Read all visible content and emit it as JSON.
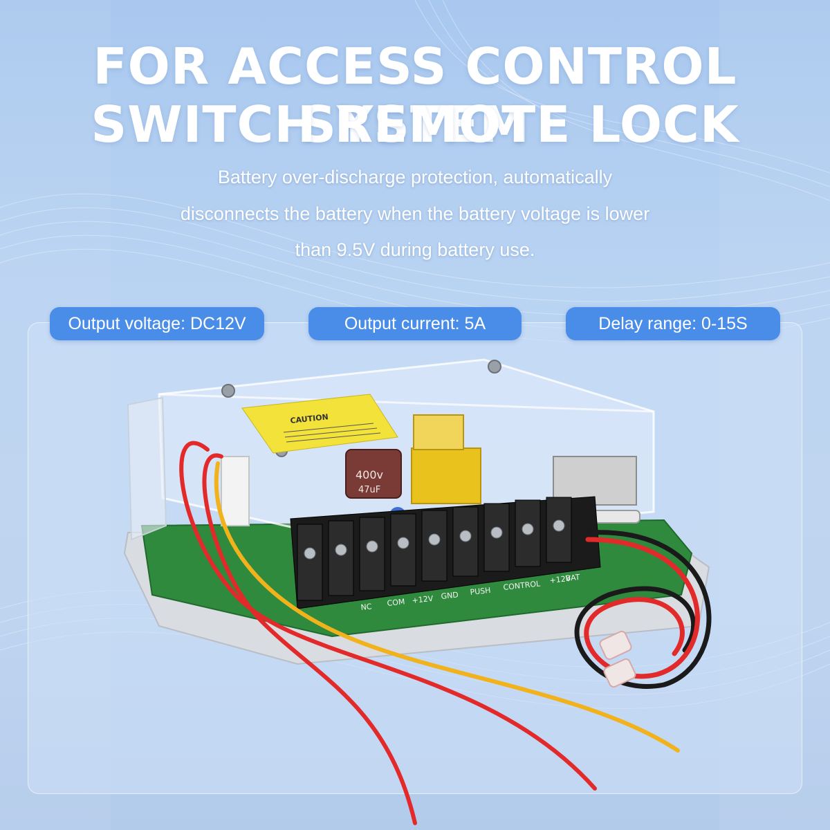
{
  "headline": {
    "line1": "FOR ACCESS CONTROL SYSTEM",
    "line2": "SWITCH REMOTE LOCK"
  },
  "description": {
    "line1": "Battery over-discharge protection, automatically",
    "line2": "disconnects the battery when the battery voltage is lower",
    "line3": "than 9.5V during battery use."
  },
  "specs": [
    {
      "label": "Output voltage: DC12V"
    },
    {
      "label": "Output current: 5A"
    },
    {
      "label": "Delay range: 0-15S"
    }
  ],
  "product_labels": {
    "caution": "CAUTION",
    "capacitor_voltage": "400v",
    "capacitor_value": "47uF",
    "terminal_labels": [
      "NC",
      "COM",
      "+12V",
      "GND",
      "PUSH",
      "CONTROL",
      "+12V",
      "BAT"
    ]
  },
  "colors": {
    "accent": "#4a8de8",
    "background": "#b9d3f2",
    "pcb": "#2f8a3e",
    "terminal": "#1b1b1b",
    "wire_red": "#e22a2a",
    "wire_yellow": "#f2b21c",
    "caution_label": "#f3e23a"
  }
}
